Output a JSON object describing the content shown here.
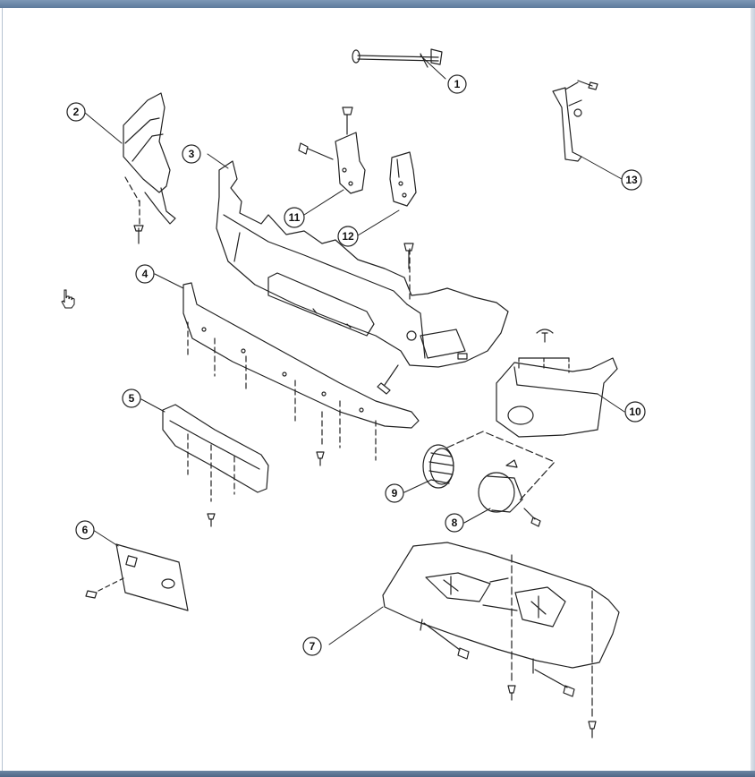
{
  "callouts": {
    "c1": "1",
    "c2": "2",
    "c3": "3",
    "c4": "4",
    "c5": "5",
    "c6": "6",
    "c7": "7",
    "c8": "8",
    "c9": "9",
    "c10": "10",
    "c11": "11",
    "c12": "12",
    "c13": "13"
  },
  "cursor_icon": "hand-pointer-icon",
  "colors": {
    "chrome": "#5d7a9b",
    "line": "#222222",
    "callout_fill": "#ffffff"
  }
}
